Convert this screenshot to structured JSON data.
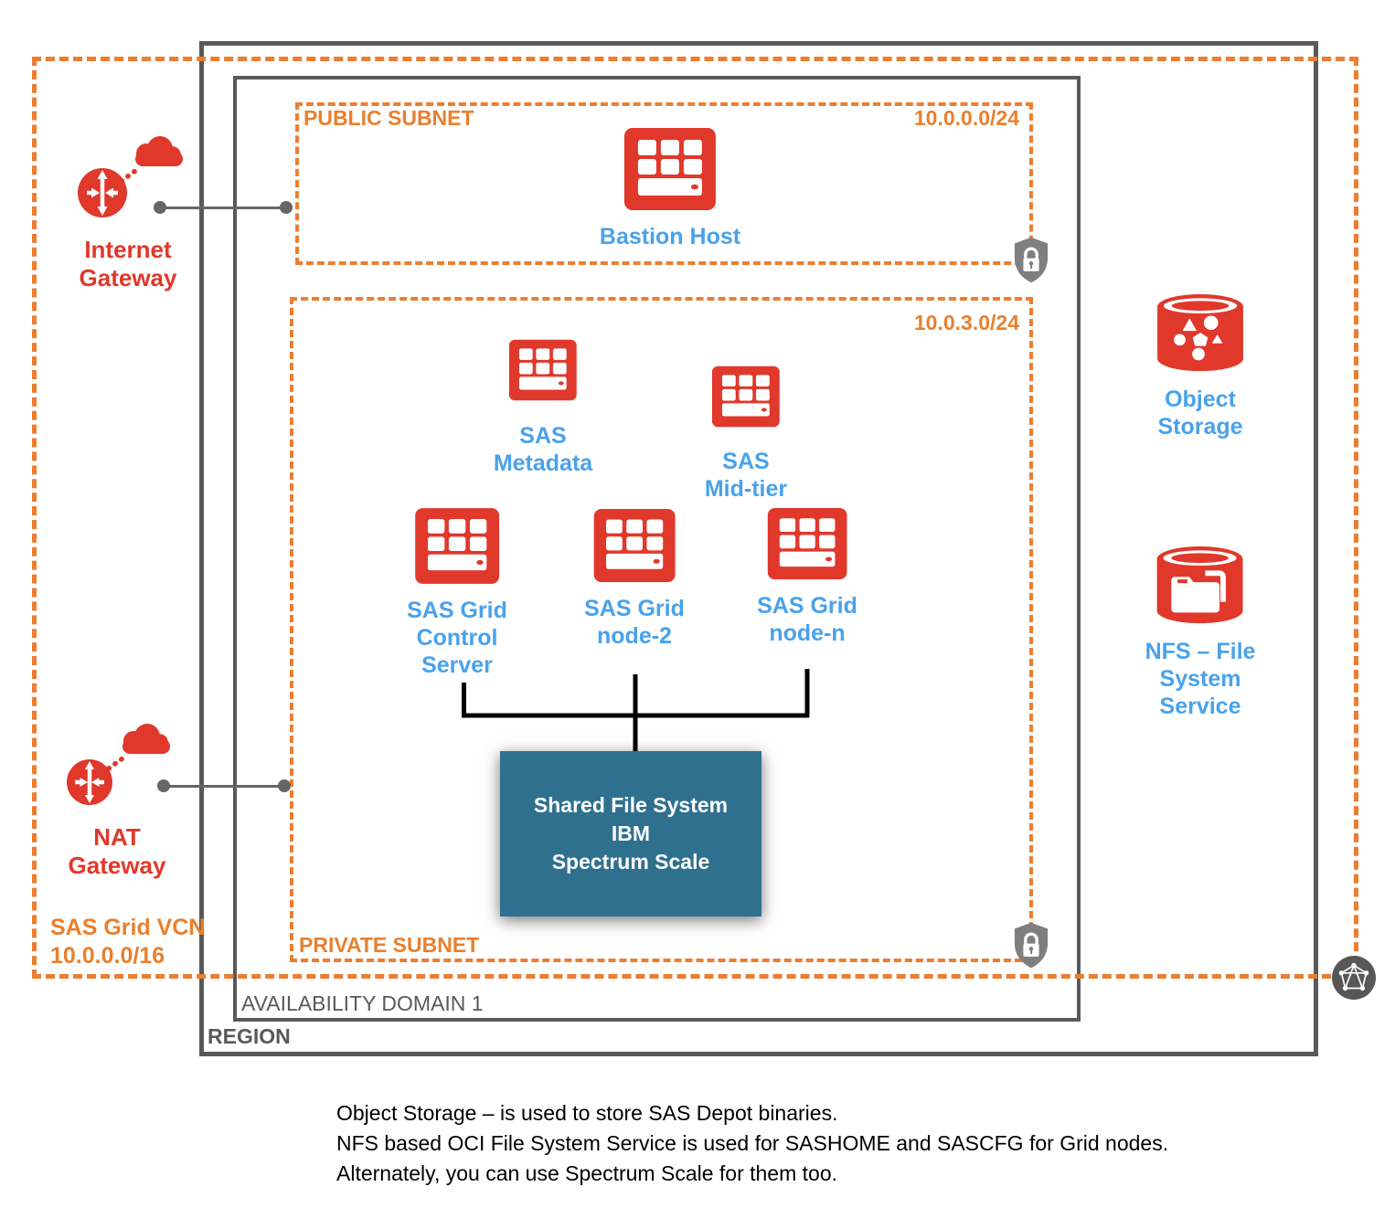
{
  "diagram": {
    "region": {
      "label": "REGION"
    },
    "availability_domain": {
      "label": "AVAILABILITY DOMAIN 1"
    },
    "vcn": {
      "label": "SAS Grid VCN",
      "cidr": "10.0.0.0/16"
    },
    "public_subnet": {
      "label": "PUBLIC SUBNET",
      "cidr": "10.0.0.0/24",
      "nodes": [
        {
          "label": "Bastion Host",
          "icon": "compute-icon"
        }
      ]
    },
    "private_subnet": {
      "label": "PRIVATE SUBNET",
      "cidr": "10.0.3.0/24",
      "nodes": [
        {
          "label": "SAS\nMetadata",
          "icon": "compute-icon"
        },
        {
          "label": "SAS\nMid-tier",
          "icon": "compute-icon"
        },
        {
          "label": "SAS Grid\nControl\nServer",
          "icon": "compute-icon"
        },
        {
          "label": "SAS Grid\nnode-2",
          "icon": "compute-icon"
        },
        {
          "label": "SAS Grid\nnode-n",
          "icon": "compute-icon"
        }
      ],
      "shared_file_system": {
        "label": "Shared File System\nIBM\nSpectrum Scale"
      }
    },
    "gateways": [
      {
        "label": "Internet\nGateway",
        "icon": "internet-gateway-icon"
      },
      {
        "label": "NAT\nGateway",
        "icon": "nat-gateway-icon"
      }
    ],
    "services": [
      {
        "label": "Object\nStorage",
        "icon": "object-storage-bucket-icon"
      },
      {
        "label": "NFS – File\nSystem\nService",
        "icon": "file-storage-icon"
      }
    ],
    "notes": [
      "Object Storage – is used to store SAS Depot binaries.",
      "NFS based OCI File System Service is used for SASHOME and SASCFG for Grid nodes.",
      "Alternately, you can use Spectrum Scale for them too."
    ],
    "colors": {
      "orange": "#ED7D31",
      "red": "#E0382B",
      "blue": "#49A2EB",
      "teal": "#2F708F",
      "gray": "#58595B"
    }
  }
}
